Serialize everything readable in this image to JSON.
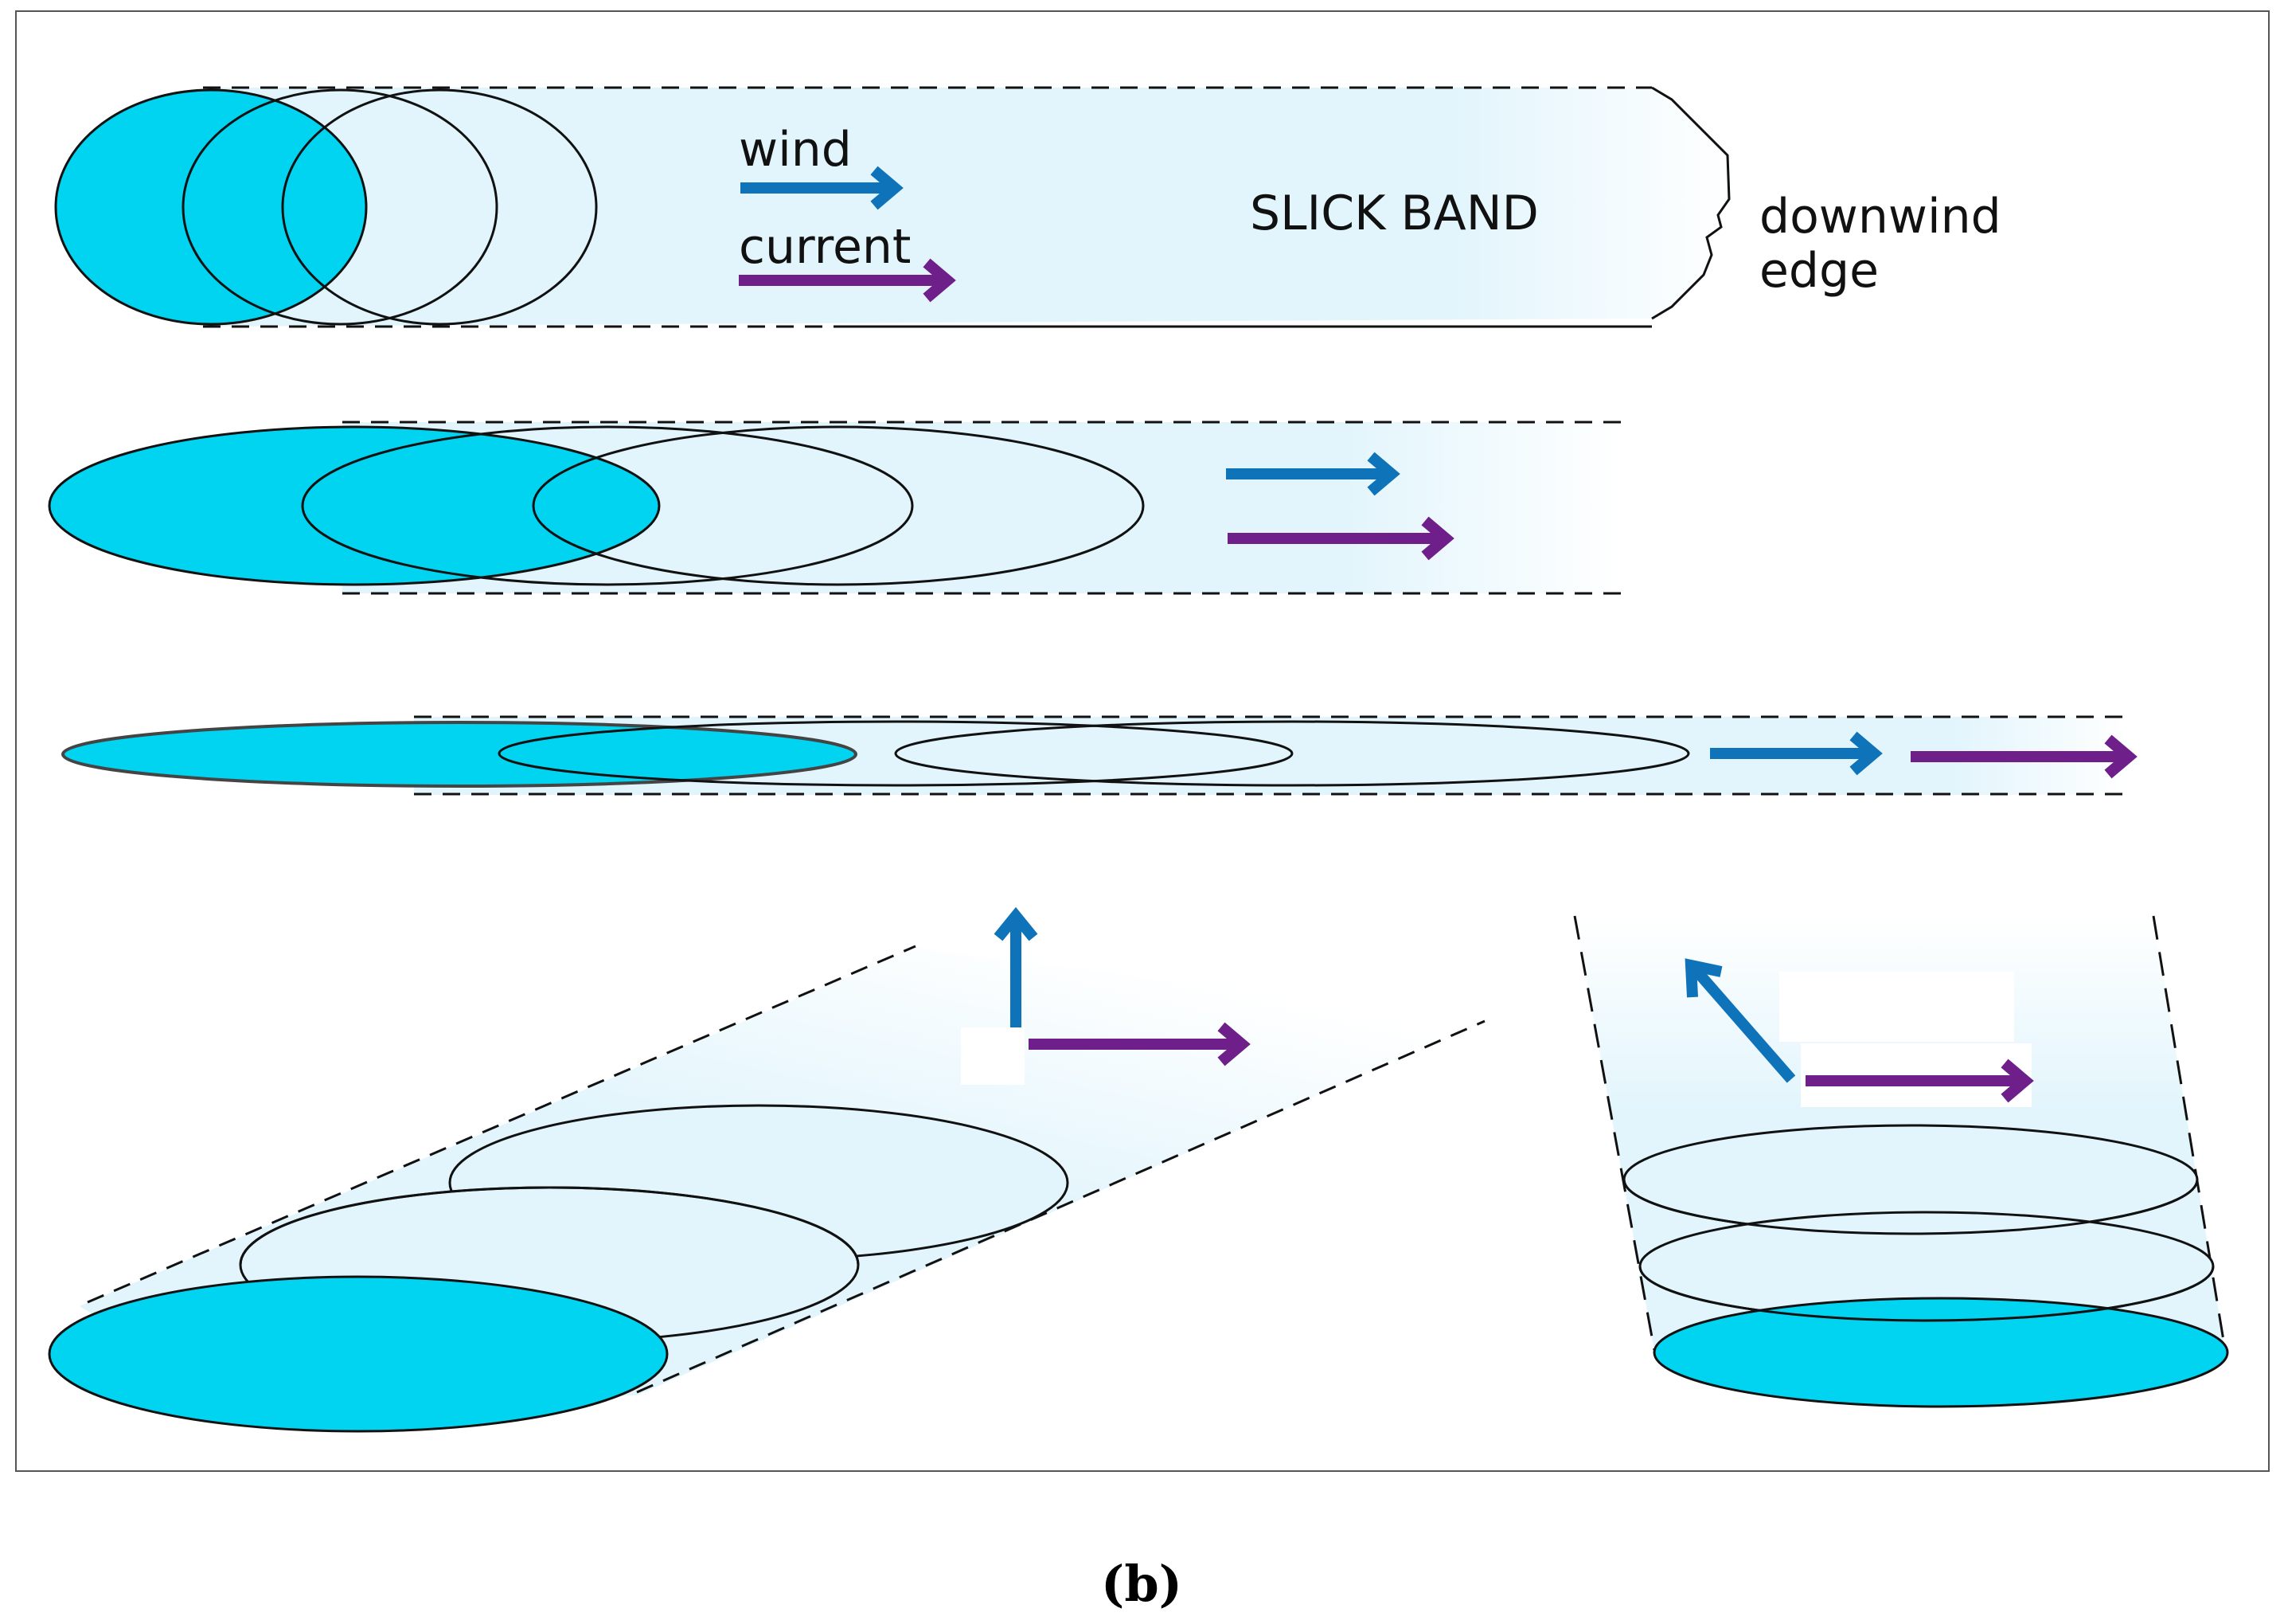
{
  "labels": {
    "wind": "wind",
    "current": "current",
    "slick_band": "SLICK BAND",
    "downwind_line1": "downwind",
    "downwind_line2": "edge"
  },
  "caption": "(b)",
  "colors": {
    "slick_fill": "#00D4F0",
    "band_fill": "#E2F5FC",
    "wind_arrow": "#0E73B9",
    "current_arrow": "#6E1F8A",
    "outline": "#000000"
  }
}
